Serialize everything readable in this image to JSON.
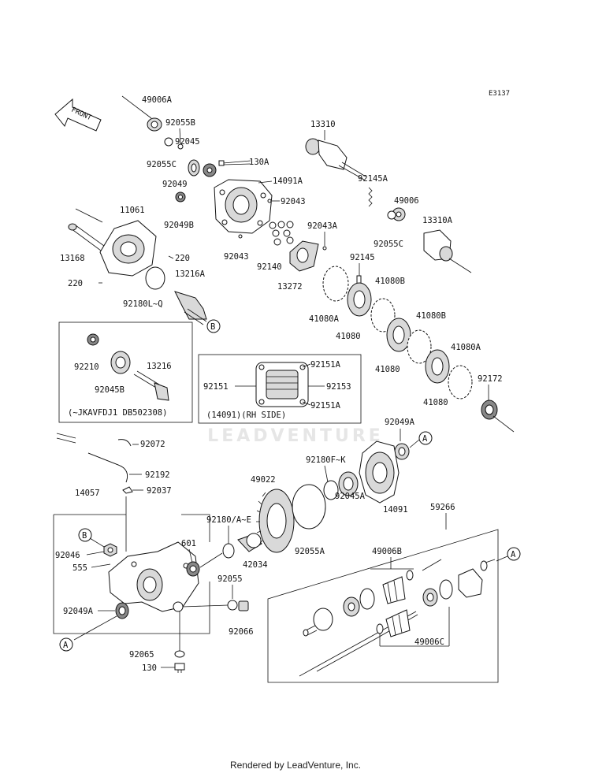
{
  "diagram_code": "E3137",
  "front_arrow_label": "FRONT",
  "watermark": "LEADVENTURE",
  "footer": "Rendered by LeadVenture, Inc.",
  "labels": {
    "p49006A": "49006A",
    "p92055B": "92055B",
    "p92045": "92045",
    "p92055C_top": "92055C",
    "p130A": "130A",
    "p92049": "92049",
    "p14091A": "14091A",
    "p92043_top": "92043",
    "p92049B": "92049B",
    "p92043_bottom": "92043",
    "p13310": "13310",
    "p92145A": "92145A",
    "p49006": "49006",
    "p13310A": "13310A",
    "p92055C_right": "92055C",
    "p11061": "11061",
    "p13168": "13168",
    "p220_right": "220",
    "p220_left": "220",
    "p92180LQ": "92180L~Q",
    "p13216A": "13216A",
    "p92043A": "92043A",
    "p92140": "92140",
    "p92145": "92145",
    "p13272": "13272",
    "p41080B_1": "41080B",
    "p41080A_1": "41080A",
    "p41080_1": "41080",
    "p41080B_2": "41080B",
    "p41080_2": "41080",
    "p41080A_2": "41080A",
    "p41080_3": "41080",
    "p92172": "92172",
    "p92210": "92210",
    "p92045B": "92045B",
    "p13216": "13216",
    "box1_caption": "(~JKAVFDJ1 DB502308)",
    "p92151A_top": "92151A",
    "p92151": "92151",
    "p92153": "92153",
    "p92151A_bottom": "92151A",
    "box2_caption": "(14091)(RH SIDE)",
    "p92049A_top": "92049A",
    "p92072": "92072",
    "p92180FK": "92180F~K",
    "p92192": "92192",
    "p49022": "49022",
    "p14057": "14057",
    "p92037": "92037",
    "p92045A": "92045A",
    "p14091": "14091",
    "p59266": "59266",
    "p92180AE": "92180/A~E",
    "p601": "601",
    "p92046": "92046",
    "p555": "555",
    "p42034": "42034",
    "p92055A": "92055A",
    "p49006B": "49006B",
    "p92055": "92055",
    "p92049A_bottom": "92049A",
    "p92066": "92066",
    "p49006C": "49006C",
    "p92065": "92065",
    "p130": "130",
    "ref_A": "A",
    "ref_B": "B"
  }
}
